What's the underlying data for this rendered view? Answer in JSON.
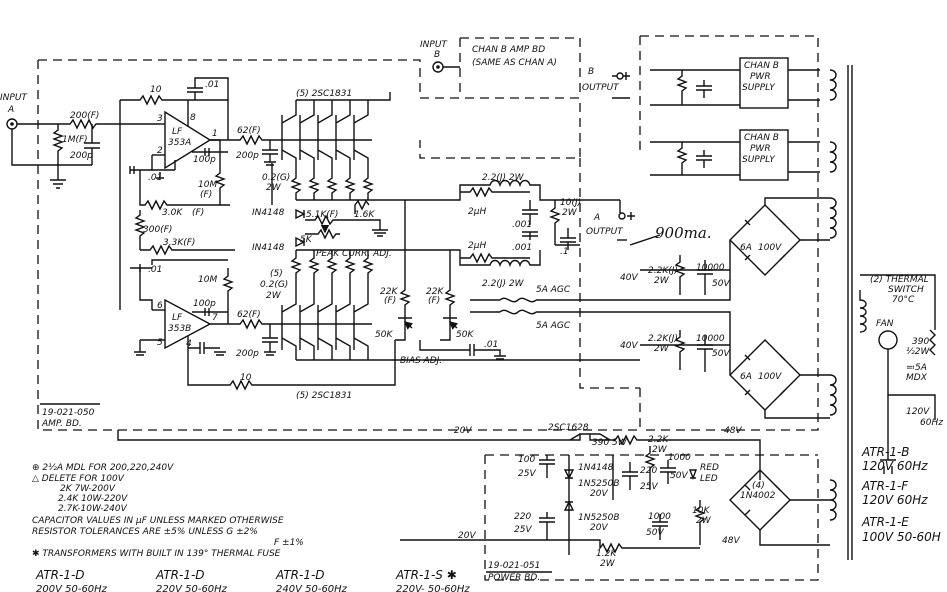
{
  "inputs": {
    "a_title": "INPUT",
    "a_sub": "A",
    "b_title": "INPUT",
    "b_sub": "B"
  },
  "chan_b_amp": {
    "title": "CHAN B AMP BD",
    "sub": "(SAME AS CHAN A)",
    "out_label_b": "B",
    "out_label": "OUTPUT"
  },
  "chan_b_psu": [
    "CHAN B",
    "PWR",
    "SUPPLY"
  ],
  "amp_board": {
    "part_no": "19-021-050",
    "name": "AMP. BD.",
    "opamp_a": [
      "LF",
      "353A"
    ],
    "opamp_b": [
      "LF",
      "353B"
    ],
    "drivers_top": "(5) 2SC1831",
    "drivers_bot": "(5) 2SC1831",
    "r_in": "200(F)",
    "r_in2": "1M(F)",
    "c_in": "200p",
    "r_fb": "10",
    "c_fb": ".01",
    "c_100p_a": "100p",
    "c_100p_b": "100p",
    "r_62a": "62(F)",
    "r_62b": "62(F)",
    "c_200p_a": "200p",
    "c_200p_b": "200p",
    "emit_a": [
      "0.2(G)",
      "2W"
    ],
    "emit_b": [
      "(5)",
      "0.2(G)",
      "2W"
    ],
    "r_10m_a": [
      "10M",
      "(F)"
    ],
    "r_10m_b": "10M",
    "c_01a": ".01",
    "c_01b": ".01",
    "r_3k": [
      "3.0K",
      "(F)"
    ],
    "r_300": "300(F)",
    "r_33k": "3.3K(F)",
    "diode_a": "IN4148",
    "diode_b": "IN4148",
    "r_51k": "5.1K(F)",
    "r_16k": "1.6K",
    "pot_5k": "5K",
    "peak": "PEAK CURR. ADJ.",
    "r_22k_a": [
      "22K",
      "(F)"
    ],
    "r_22k_b": [
      "22K",
      "(F)"
    ],
    "pot_50k_a": "50K",
    "pot_50k_b": "50K",
    "bias": "BIAS ADJ.",
    "c_01c": ".01",
    "r_10_bot": "10",
    "pins": [
      "3",
      "8",
      "2",
      "1",
      "6",
      "7",
      "5",
      "4"
    ]
  },
  "output_network": {
    "r_22_top": "2.2(J) 2W",
    "l_top": "2μH",
    "c_001_top": ".001",
    "r_10j": [
      "10(J)",
      "2W"
    ],
    "c_01": ".1",
    "l_bot": "2μH",
    "c_001_bot": ".001",
    "r_22_bot": "2.2(J) 2W",
    "out_a": "A",
    "out_label": "OUTPUT"
  },
  "fuses": [
    "5A AGC",
    "5A AGC"
  ],
  "psu": {
    "handwritten": "900ma.",
    "v40_top": "40V",
    "r_22k_top": [
      "2.2K(J)",
      "2W"
    ],
    "c_10000_top": "10000",
    "v50_top": "50V",
    "v40_bot": "40V",
    "r_22k_bot": [
      "2.2K(J)",
      "2W"
    ],
    "c_10000_bot": "10000",
    "v50_bot": "50V",
    "bridge_top": [
      "6A",
      "100V"
    ],
    "bridge_bot": [
      "6A",
      "100V"
    ]
  },
  "thermal": {
    "switch": [
      "(2) THERMAL",
      "SWITCH",
      "70°C"
    ],
    "fan": "FAN",
    "r390": [
      "390",
      "½2W"
    ],
    "fuse": [
      "≕5A",
      "MDX"
    ],
    "mains": [
      "120V",
      "60Hz"
    ]
  },
  "power_board": {
    "part_no": "19-021-051",
    "name": "POWER BD.",
    "v20_top": "20V",
    "v20_bot": "20V",
    "v48_top": "48V",
    "v48_bot": "48V",
    "transistor": "2SC1628",
    "r390": "390 5W",
    "r22k": [
      "2.2K",
      "2W"
    ],
    "c100": [
      "100",
      "25V"
    ],
    "c220a": [
      "220",
      "25V"
    ],
    "c220b": [
      "220",
      "25V"
    ],
    "c1000a": [
      "1000",
      "50V"
    ],
    "c1000b": [
      "1000",
      "50V"
    ],
    "d4148": "1N4148",
    "z_a": [
      "1N5250B",
      "20V"
    ],
    "z_b": [
      "1N5250B",
      "20V"
    ],
    "led": [
      "RED",
      "LED"
    ],
    "r10k": [
      "10K",
      "2W"
    ],
    "r12k": [
      "1.2K",
      "2W"
    ],
    "bridge": [
      "(4)",
      "1N4002"
    ]
  },
  "models_right": [
    {
      "model": "ATR-1-B",
      "spec": "120V 60Hz"
    },
    {
      "model": "ATR-1-F",
      "spec": "120V 60Hz"
    },
    {
      "model": "ATR-1-E",
      "spec": "100V 50-60H"
    }
  ],
  "notes": [
    "⊕ 2½A MDL FOR 200,220,240V",
    "△ DELETE FOR 100V",
    "2K  7W-200V",
    "2.4K  10W-220V",
    "2.7K-10W-240V",
    "CAPACITOR VALUES IN μF UNLESS MARKED OTHERWISE",
    "RESISTOR TOLERANCES ARE ±5% UNLESS   G ±2%",
    "F ±1%",
    "✱ TRANSFORMERS WITH BUILT IN 139° THERMAL FUSE"
  ],
  "models_bottom": [
    {
      "model": "ATR-1-D",
      "spec": "200V 50-60Hz"
    },
    {
      "model": "ATR-1-D",
      "spec": "220V 50-60Hz"
    },
    {
      "model": "ATR-1-D",
      "spec": "240V 50-60Hz"
    },
    {
      "model": "ATR-1-S ✱",
      "spec": "220V- 50-60Hz"
    }
  ]
}
